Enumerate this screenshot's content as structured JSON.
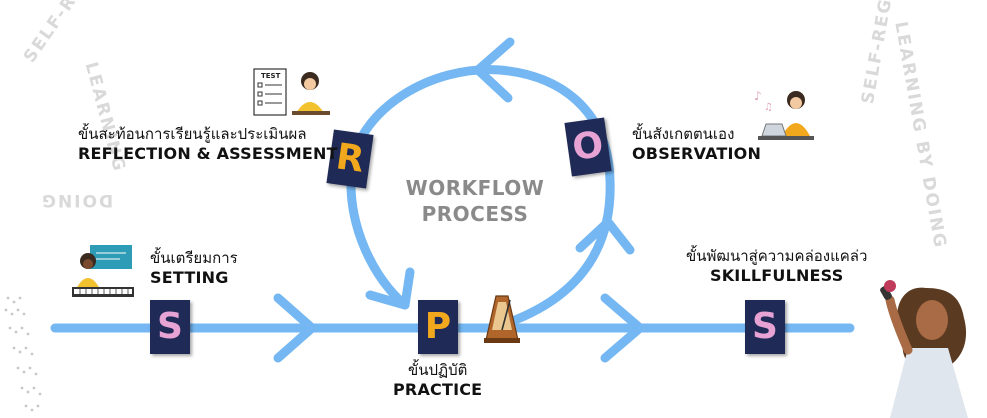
{
  "center": {
    "line1": "WORKFLOW",
    "line2": "PROCESS"
  },
  "stages": {
    "setting": {
      "letter": "S",
      "thai": "ขั้นเตรียมการ",
      "english": "SETTING",
      "color": "#e6a3d4"
    },
    "practice": {
      "letter": "P",
      "thai": "ขั้นปฏิบัติ",
      "english": "PRACTICE",
      "color": "#f2a81d"
    },
    "observation": {
      "letter": "O",
      "thai": "ขั้นสังเกตตนเอง",
      "english": "OBSERVATION",
      "color": "#e6a3d4"
    },
    "reflection": {
      "letter": "R",
      "thai": "ขั้นสะท้อนการเรียนรู้และประเมินผล",
      "english": "REFLECTION & ASSESSMENT",
      "color": "#f2a81d"
    },
    "skillfulness": {
      "letter": "S",
      "thai": "ขั้นพัฒนาสู่ความคล่องแคล่ว",
      "english": "SKILLFULNESS",
      "color": "#e6a3d4"
    }
  },
  "watermarks": {
    "self_regulation": "SELF-REGULATION",
    "learning_by_doing": "LEARNING BY DOING",
    "learning": "LEARNING",
    "doing": "DOING"
  },
  "illustrations": {
    "test_sheet_label": "TEST"
  },
  "colors": {
    "arrow": "#74b7f2",
    "badge_bg": "#1f2a56",
    "watermark": "#d9d9d9"
  }
}
